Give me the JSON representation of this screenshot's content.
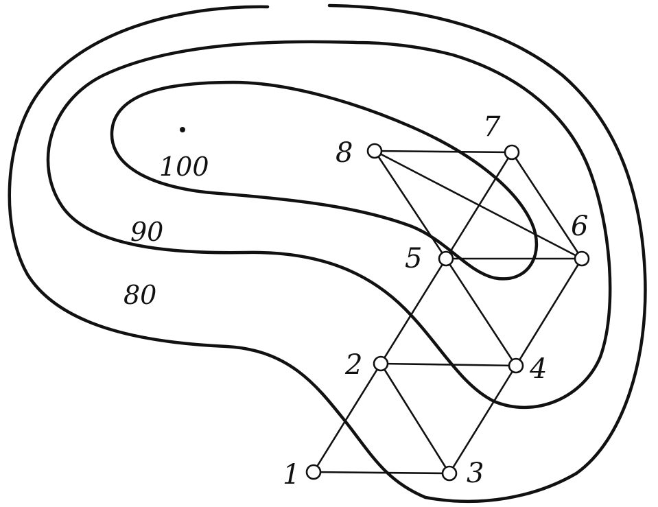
{
  "contour_labels": {
    "peak": "100",
    "middle": "90",
    "outer": "80"
  },
  "nodes": [
    "1",
    "2",
    "3",
    "4",
    "5",
    "6",
    "7",
    "8"
  ],
  "edges": [
    [
      "1",
      "3"
    ],
    [
      "1",
      "2"
    ],
    [
      "2",
      "3"
    ],
    [
      "3",
      "4"
    ],
    [
      "2",
      "4"
    ],
    [
      "2",
      "5"
    ],
    [
      "4",
      "5"
    ],
    [
      "4",
      "6"
    ],
    [
      "5",
      "6"
    ],
    [
      "5",
      "8"
    ],
    [
      "5",
      "7"
    ],
    [
      "7",
      "6"
    ],
    [
      "8",
      "7"
    ],
    [
      "8",
      "6"
    ]
  ],
  "colors": {
    "ink": "#111111",
    "background": "#ffffff"
  }
}
